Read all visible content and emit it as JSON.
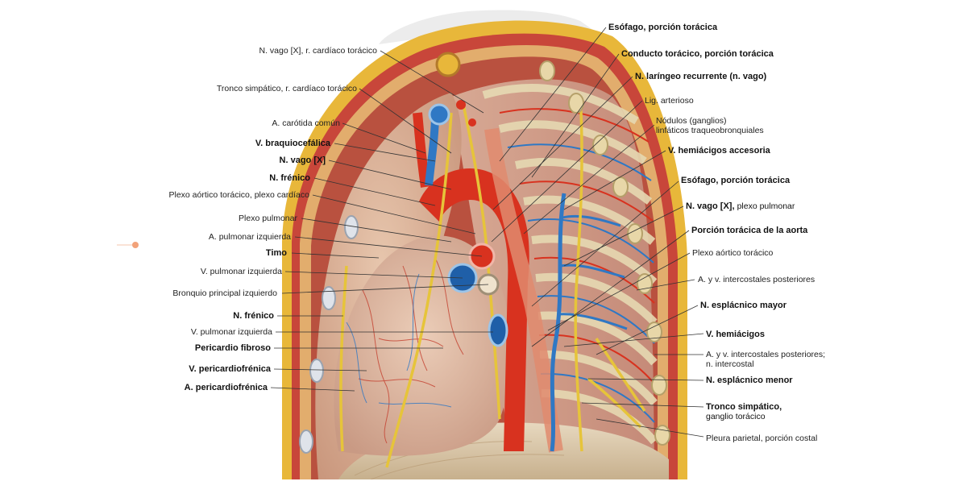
{
  "figure": {
    "colors": {
      "background": "#ffffff",
      "skin": "#e9d9c6",
      "fat": "#e8b73a",
      "muscle": "#c8463a",
      "artery": "#d8321f",
      "vein": "#2f78c4",
      "nerve": "#e6c43a",
      "lung_tissue": "#d9b39a",
      "rib": "#e6d9b2",
      "diaphragm": "#d9c7a8",
      "leader_line": "#333333",
      "accent_dot": "#f2a27a"
    },
    "labels_left": [
      {
        "text": "N. vago [X], r. cardíaco torácico",
        "bold": false
      },
      {
        "text": "Tronco simpático, r. cardíaco torácico",
        "bold": false
      },
      {
        "text": "A. carótida común",
        "bold": false
      },
      {
        "text": "V. braquiocefálica",
        "bold": true
      },
      {
        "text": "N. vago [X]",
        "bold": true
      },
      {
        "text": "N. frénico",
        "bold": true
      },
      {
        "text": "Plexo aórtico torácico, plexo cardíaco",
        "bold": false
      },
      {
        "text": "Plexo pulmonar",
        "bold": false
      },
      {
        "text": "A. pulmonar izquierda",
        "bold": false
      },
      {
        "text": "Timo",
        "bold": true
      },
      {
        "text": "V. pulmonar izquierda",
        "bold": false
      },
      {
        "text": "Bronquio principal izquierdo",
        "bold": false
      },
      {
        "text": "N. frénico",
        "bold": true
      },
      {
        "text": "V. pulmonar izquierda",
        "bold": false
      },
      {
        "text": "Pericardio fibroso",
        "bold": true
      },
      {
        "text": "V. pericardiofrénica",
        "bold": true
      },
      {
        "text": "A. pericardiofrénica",
        "bold": true
      }
    ],
    "labels_right": [
      {
        "text": "Esófago, porción torácica",
        "sub": "",
        "bold": true
      },
      {
        "text": "Conducto torácico, porción torácica",
        "sub": "",
        "bold": true
      },
      {
        "text": "N. laríngeo recurrente (n. vago)",
        "sub": "",
        "bold": true
      },
      {
        "text": "Lig. arterioso",
        "sub": "",
        "bold": false
      },
      {
        "text": "Nódulos (ganglios)",
        "sub": "linfáticos traqueobronquiales",
        "bold": false
      },
      {
        "text": "V. hemiácigos accesoria",
        "sub": "",
        "bold": true
      },
      {
        "text": "Esófago, porción torácica",
        "sub": "",
        "bold": true
      },
      {
        "text": "N. vago [X],",
        "sub": "plexo pulmonar",
        "bold": true
      },
      {
        "text": "Porción torácica de la aorta",
        "sub": "",
        "bold": true
      },
      {
        "text": "Plexo aórtico torácico",
        "sub": "",
        "bold": false
      },
      {
        "text": "A. y v. intercostales posteriores",
        "sub": "",
        "bold": false
      },
      {
        "text": "N. esplácnico mayor",
        "sub": "",
        "bold": true
      },
      {
        "text": "V. hemiácigos",
        "sub": "",
        "bold": true
      },
      {
        "text": "A. y v. intercostales posteriores;",
        "sub": "n. intercostal",
        "bold": false
      },
      {
        "text": "N. esplácnico menor",
        "sub": "",
        "bold": true
      },
      {
        "text": "Tronco simpático,",
        "sub": "ganglio torácico",
        "bold": true
      },
      {
        "text": "Pleura parietal, porción costal",
        "sub": "",
        "bold": false
      }
    ]
  }
}
